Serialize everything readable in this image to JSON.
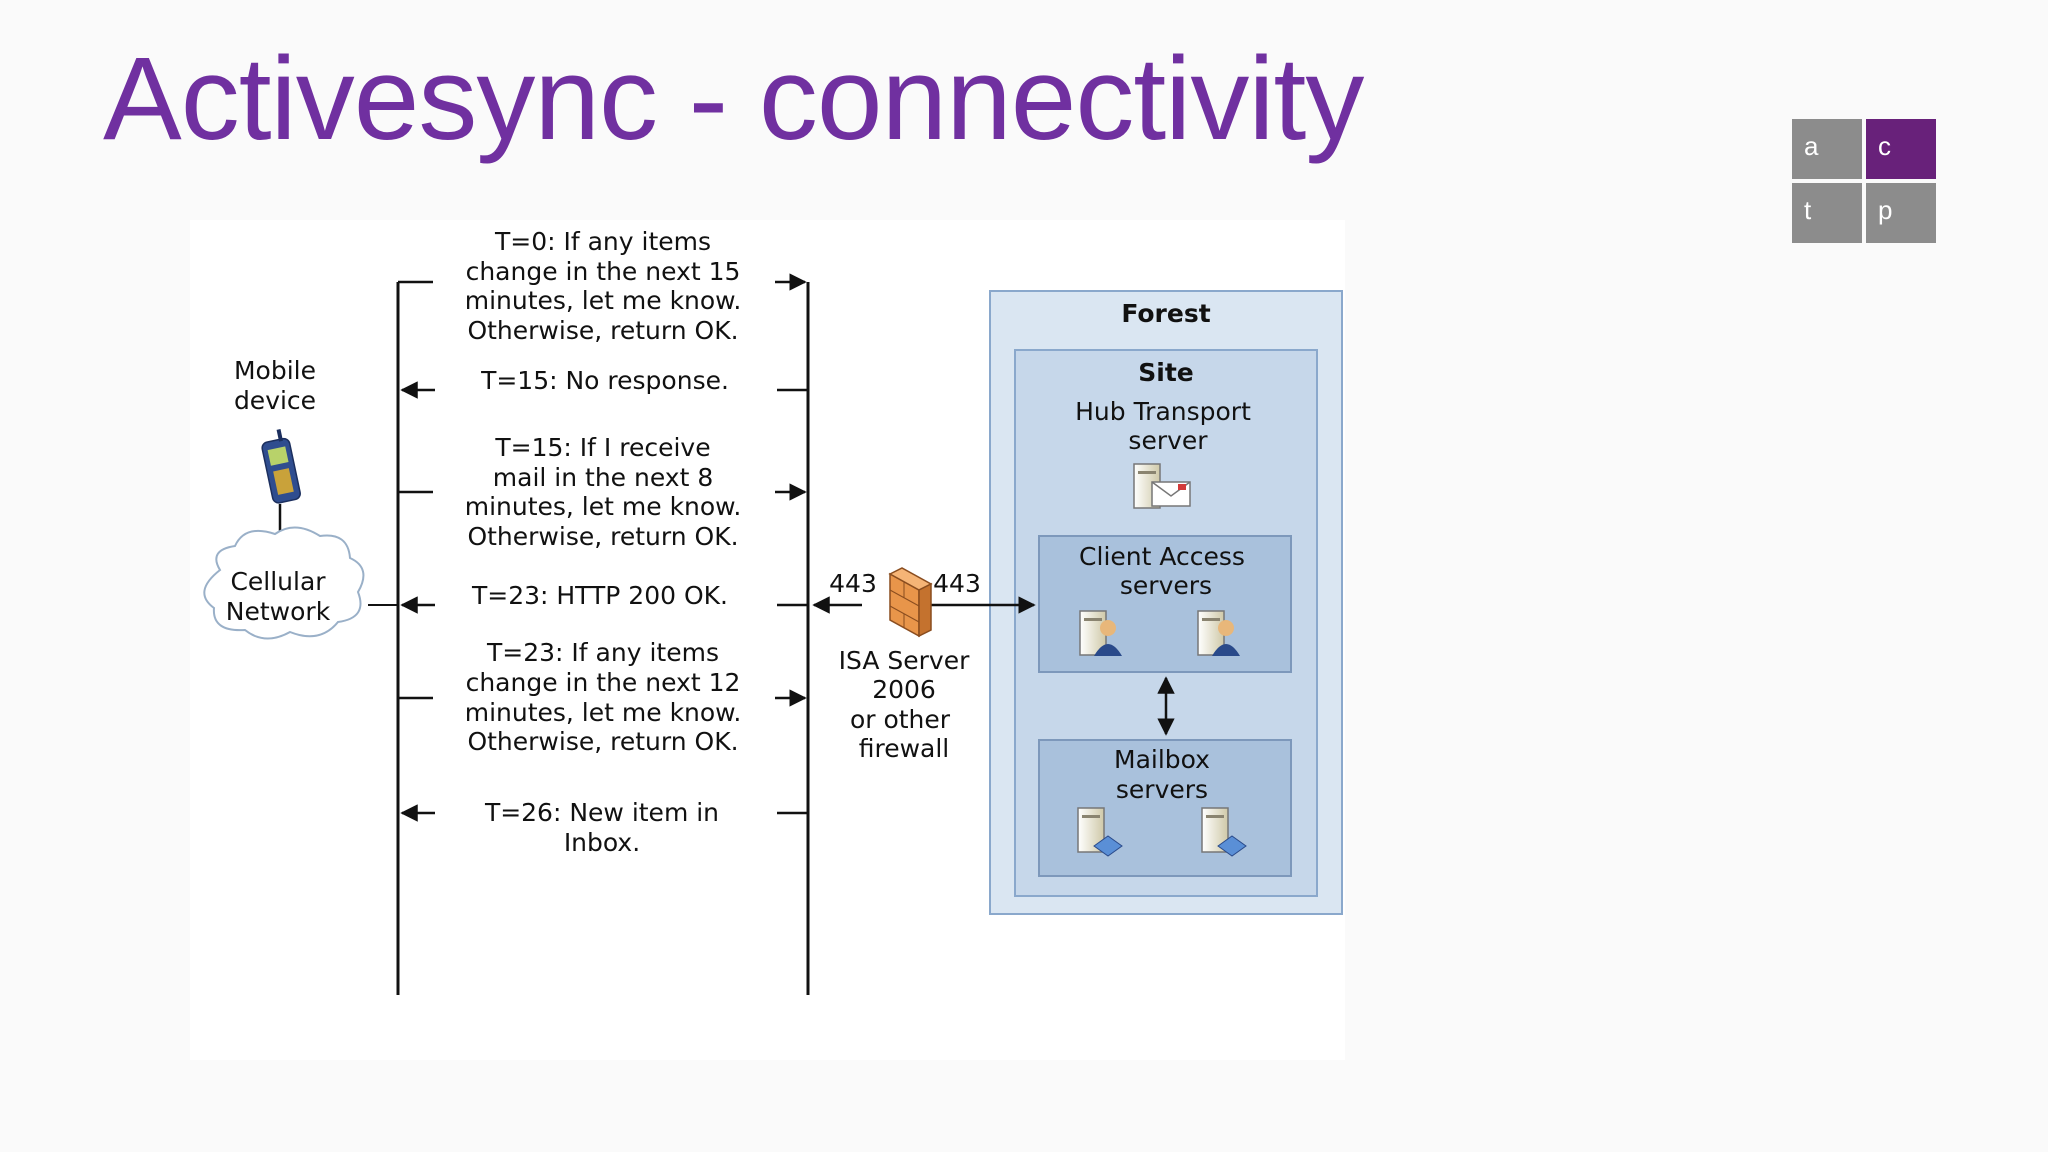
{
  "title": "Activesync - connectivity",
  "logo": {
    "tiles": [
      "a",
      "c",
      "t",
      "p"
    ],
    "colors": {
      "gray": "#8c8c8c",
      "purple": "#68217a"
    }
  },
  "diagram": {
    "mobile_label": [
      "Mobile",
      "device"
    ],
    "cellular_label": [
      "Cellular",
      "Network"
    ],
    "messages": [
      {
        "lines": [
          "T=0: If any items",
          "change in the next 15",
          "minutes, let me know.",
          "Otherwise, return OK."
        ]
      },
      {
        "lines": [
          "T=15: No response."
        ]
      },
      {
        "lines": [
          "T=15: If I receive",
          "mail in the next 8",
          "minutes, let me know.",
          "Otherwise, return OK."
        ]
      },
      {
        "lines": [
          "T=23: HTTP 200 OK."
        ]
      },
      {
        "lines": [
          "T=23: If any items",
          "change in the next 12",
          "minutes, let me know.",
          "Otherwise, return OK."
        ]
      },
      {
        "lines": [
          "T=26: New item in",
          "Inbox."
        ]
      }
    ],
    "port_left": "443",
    "port_right": "443",
    "firewall_label": [
      "ISA Server",
      "2006",
      "or other",
      "firewall"
    ],
    "forest_label": "Forest",
    "site_label": "Site",
    "hub_label": [
      "Hub Transport",
      "server"
    ],
    "cas_label": [
      "Client Access",
      "servers"
    ],
    "mailbox_label": [
      "Mailbox",
      "servers"
    ],
    "colors": {
      "forest_fill": "#dae6f2",
      "site_fill": "#c6d7ea",
      "group_fill": "#a9c1dc",
      "border": "#8aa8cc",
      "firewall": "#e8954a"
    }
  }
}
